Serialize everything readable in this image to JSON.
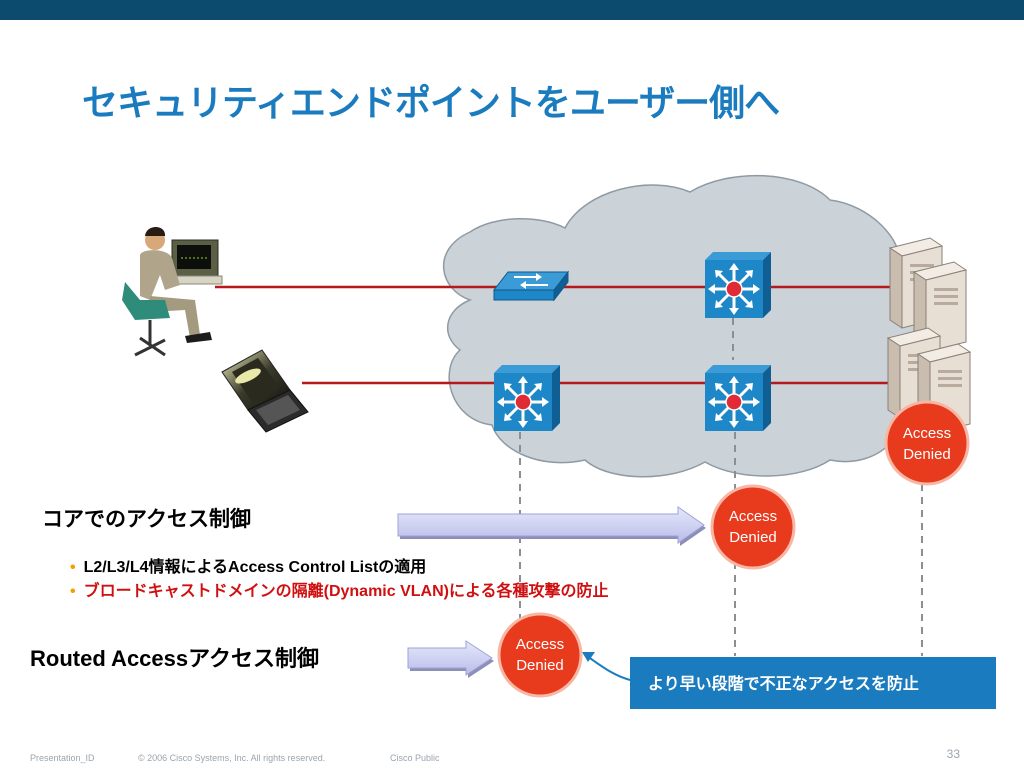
{
  "colors": {
    "top_bar": "#0c4a6e",
    "title": "#1a7bbf",
    "link_line": "#b4191e",
    "cloud_fill": "#cbd3d9",
    "device_blue": "#1e87c8",
    "denied_red": "#e83a1c",
    "callout_blue": "#1a7bbf",
    "arrow_fill": "#c8cbf0"
  },
  "title": "セキュリティエンドポイントをユーザー側へ",
  "icons": {
    "user": "user-at-workstation-icon",
    "laptop": "laptop-icon",
    "switch": "layer2-switch-icon",
    "router": "multilayer-switch-icon",
    "server": "server-tower-icon"
  },
  "badges": {
    "denied_1": "Access\nDenied",
    "denied_2": "Access\nDenied",
    "denied_3": "Access\nDenied"
  },
  "sections": {
    "core_heading": "コアでのアクセス制御",
    "bullets": [
      "L2/L3/L4情報によるAccess Control Listの適用",
      "ブロードキャストドメインの隔離(Dynamic VLAN)による各種攻撃の防止"
    ],
    "routed_heading": "Routed Accessアクセス制御"
  },
  "callout": "より早い段階で不正なアクセスを防止",
  "footer": {
    "presentation_id": "Presentation_ID",
    "copyright": "© 2006 Cisco Systems, Inc. All rights reserved.",
    "classification": "Cisco Public",
    "page_number": "33"
  }
}
